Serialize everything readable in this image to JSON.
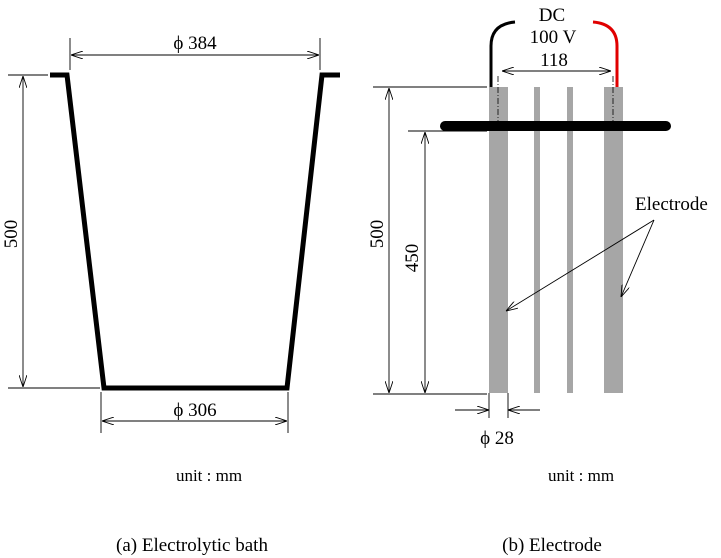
{
  "bath": {
    "top_diameter": "ϕ 384",
    "bottom_diameter": "ϕ 306",
    "height": "500",
    "unit": "unit : mm",
    "caption": "(a) Electrolytic bath"
  },
  "electrode": {
    "power": "DC",
    "voltage": "100 V",
    "spacing": "118",
    "total_length": "500",
    "immersed_length": "450",
    "diameter": "ϕ 28",
    "label": "Electrode",
    "unit": "unit : mm",
    "caption": "(b) Electrode"
  },
  "colors": {
    "negative_lead": "#000000",
    "positive_lead": "#e00000",
    "electrode_fill": "#a6a6a6"
  }
}
